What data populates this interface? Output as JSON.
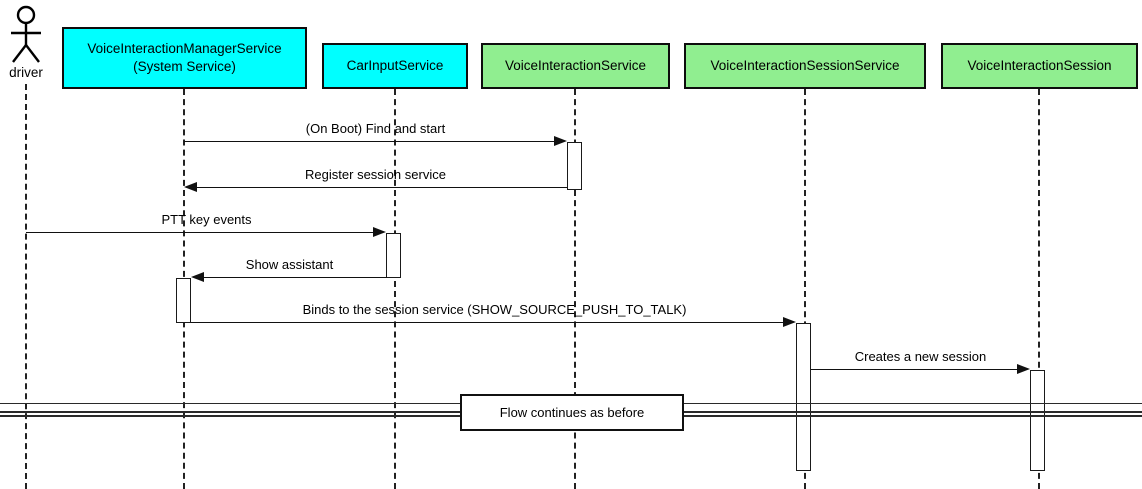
{
  "diagram_type": "uml-sequence",
  "actor": {
    "label": "driver"
  },
  "participants": [
    {
      "id": "vims",
      "label": "VoiceInteractionManagerService",
      "label2": "(System Service)",
      "fill": "#00FFFF"
    },
    {
      "id": "car",
      "label": "CarInputService",
      "fill": "#00FFFF"
    },
    {
      "id": "vis",
      "label": "VoiceInteractionService",
      "fill": "#90EE90"
    },
    {
      "id": "viss",
      "label": "VoiceInteractionSessionService",
      "fill": "#90EE90"
    },
    {
      "id": "vise",
      "label": "VoiceInteractionSession",
      "fill": "#90EE90"
    }
  ],
  "messages": [
    {
      "from": "VoiceInteractionManagerService",
      "to": "VoiceInteractionService",
      "text": "(On Boot) Find and start",
      "direction": "right"
    },
    {
      "from": "VoiceInteractionService",
      "to": "VoiceInteractionManagerService",
      "text": "Register session service",
      "direction": "left"
    },
    {
      "from": "driver",
      "to": "CarInputService",
      "text": "PTT key events",
      "direction": "right"
    },
    {
      "from": "CarInputService",
      "to": "VoiceInteractionManagerService",
      "text": "Show assistant",
      "direction": "left"
    },
    {
      "from": "VoiceInteractionManagerService",
      "to": "VoiceInteractionSessionService",
      "text": "Binds to the session service (SHOW_SOURCE_PUSH_TO_TALK)",
      "direction": "right"
    },
    {
      "from": "VoiceInteractionSessionService",
      "to": "VoiceInteractionSession",
      "text": "Creates a new session",
      "direction": "right"
    }
  ],
  "divider": {
    "label": "Flow continues as before"
  },
  "colors": {
    "participant_cyan": "#00FFFF",
    "participant_green": "#90EE90",
    "line": "#111111",
    "background": "#FFFFFF"
  }
}
